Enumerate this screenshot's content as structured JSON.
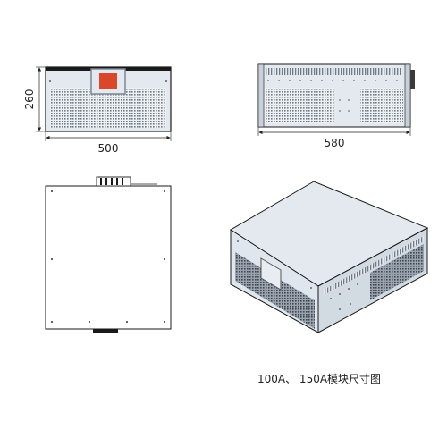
{
  "front_view": {
    "width_label": "500",
    "height_label": "260"
  },
  "side_view": {
    "depth_label": "580"
  },
  "caption": "100A、 150A模块尺寸图",
  "colors": {
    "panel_fill": "#e3e9ef",
    "panel_dark": "#c7d0d9",
    "outline": "#1a1a1a",
    "grille": "#6f7a85",
    "indicator_red": "#d9482b",
    "indicator_frame": "#7d8893"
  }
}
